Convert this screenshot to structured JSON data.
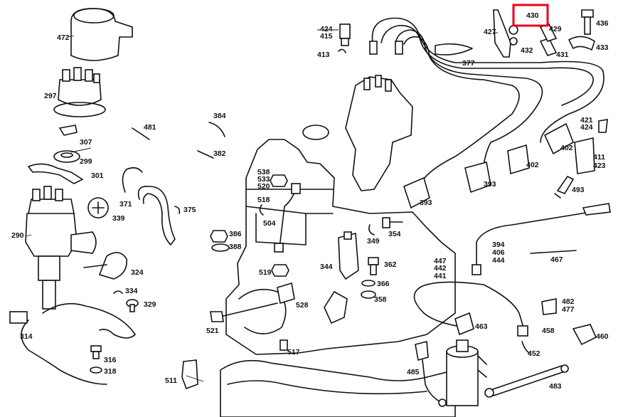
{
  "diagram": {
    "highlight_color": "#e8001c",
    "highlighted_part": "430",
    "labels": [
      "472",
      "297",
      "307",
      "299",
      "301",
      "290",
      "339",
      "371",
      "375",
      "324",
      "334",
      "329",
      "314",
      "316",
      "318",
      "481",
      "384",
      "382",
      "538",
      "533",
      "520",
      "518",
      "504",
      "386",
      "388",
      "519",
      "521",
      "528",
      "517",
      "511",
      "424",
      "415",
      "413",
      "377",
      "427",
      "430",
      "429",
      "432",
      "431",
      "436",
      "433",
      "421",
      "424",
      "402",
      "402",
      "411",
      "423",
      "493",
      "393",
      "393",
      "354",
      "349",
      "344",
      "362",
      "366",
      "358",
      "394",
      "406",
      "444",
      "467",
      "447",
      "442",
      "441",
      "482",
      "477",
      "463",
      "458",
      "460",
      "452",
      "485",
      "483"
    ]
  }
}
